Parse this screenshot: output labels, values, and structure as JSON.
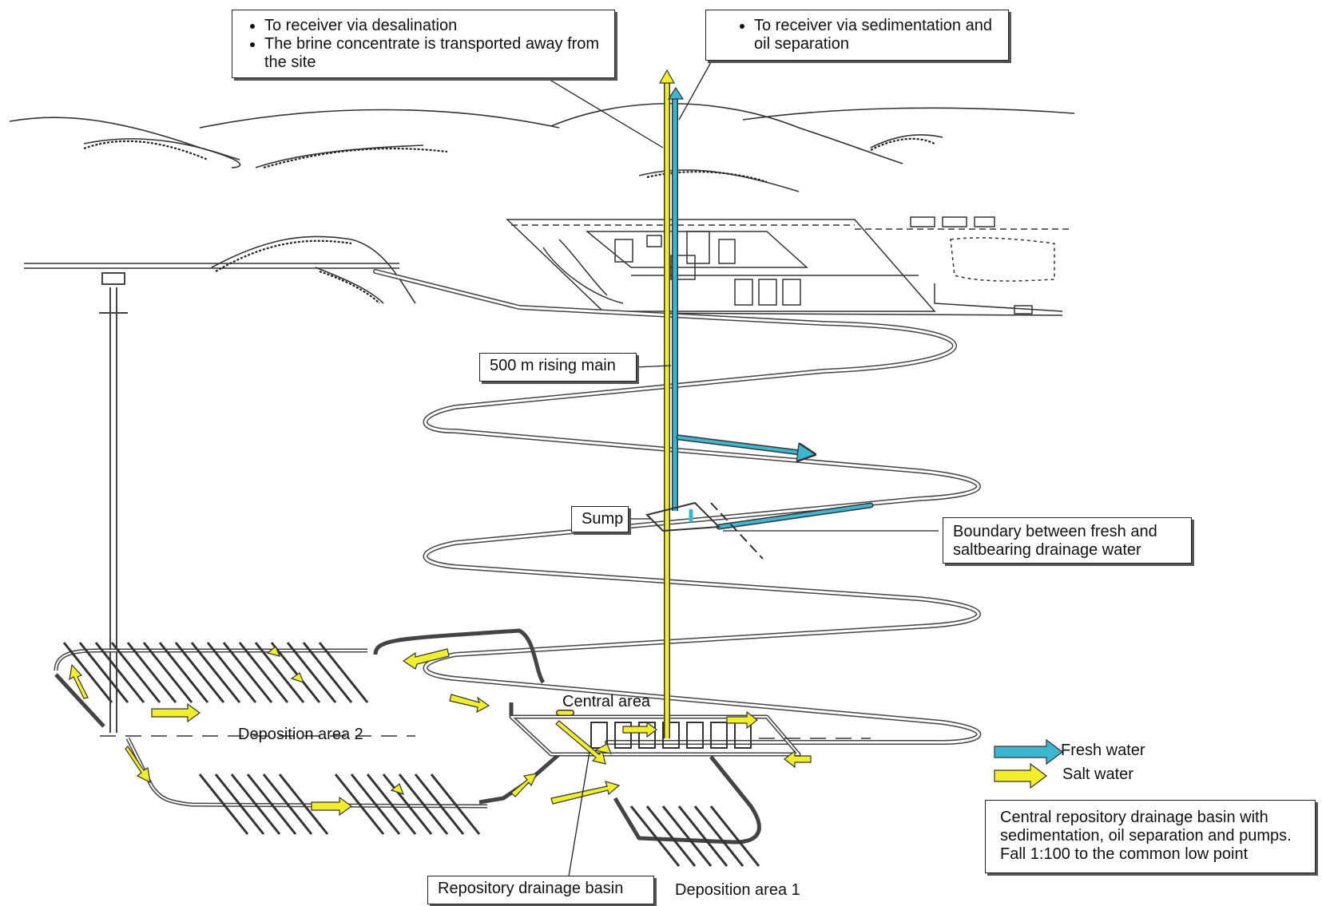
{
  "callouts": {
    "desalination": [
      "To receiver via desalination",
      "The brine concentrate is transported away from the site"
    ],
    "sedimentation": [
      "To receiver via sedimentation and oil separation"
    ],
    "rising_main": "500 m rising main",
    "sump": "Sump",
    "boundary": "Boundary between fresh and saltbearing drainage water",
    "central_basin": "Central repository drainage basin with sedimentation, oil separation and pumps. Fall 1:100 to the common low point",
    "drainage_basin": "Repository drainage basin"
  },
  "labels": {
    "central_area": "Central area",
    "deposition_area_2": "Deposition area 2",
    "deposition_area_1": "Deposition area 1"
  },
  "legend": [
    {
      "label": "Fresh water",
      "color": "#3bb8d0"
    },
    {
      "label": "Salt water",
      "color": "#f2ef2a"
    }
  ],
  "colors": {
    "fresh": "#3bb8d0",
    "salt": "#f2ef2a",
    "line": "#333333"
  }
}
